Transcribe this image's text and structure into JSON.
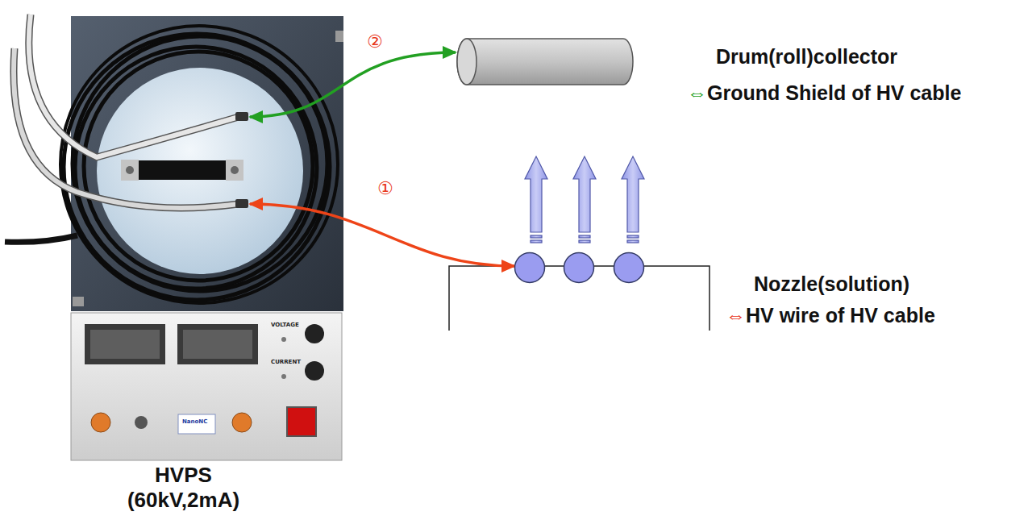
{
  "diagram": {
    "nodes": [
      {
        "text": [
          "HVPS (60kV,2mA)"
        ]
      },
      {
        "text": [
          "Drum(roll)collector",
          "⇔Ground Shield of HV cable"
        ]
      },
      {
        "text": [
          "Nozzle(solution)",
          "⇔HV wire of HV cable"
        ]
      }
    ],
    "edges": [
      {
        "from": 1,
        "to": 0,
        "arrow": "both"
      },
      {
        "from": 2,
        "to": 0,
        "arrow": "both"
      }
    ],
    "labels": [
      "①",
      "②",
      "VOLTAGE",
      "CURRENT",
      "NanoNC"
    ]
  }
}
